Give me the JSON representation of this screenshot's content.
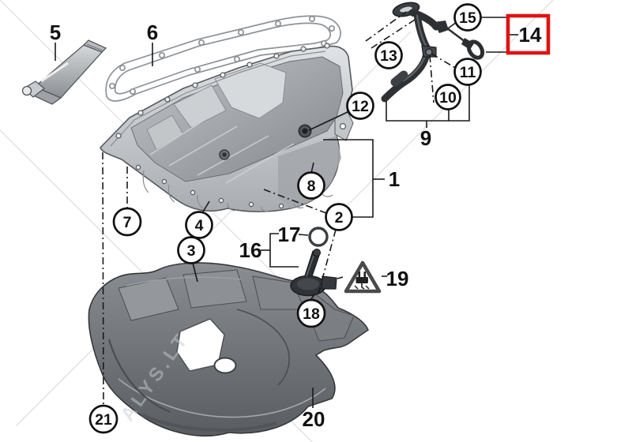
{
  "diagram": {
    "kind": "exploded parts diagram",
    "background": "#ffffff",
    "line_color": "#1a1a1a",
    "highlight_box_color": "#e01212",
    "highlighted_callout": "14",
    "watermark_text": "ALYS.LT"
  },
  "callouts": {
    "circled": {
      "c2": "2",
      "c3": "3",
      "c4": "4",
      "c7": "7",
      "c8": "8",
      "c10": "10",
      "c11": "11",
      "c12": "12",
      "c13": "13",
      "c15": "15",
      "c18": "18",
      "c21": "21"
    },
    "plain": {
      "p1": "1",
      "p5": "5",
      "p6": "6",
      "p9": "9",
      "p14": "14",
      "p16": "16",
      "p17": "17",
      "p19": "19",
      "p20": "20"
    }
  }
}
